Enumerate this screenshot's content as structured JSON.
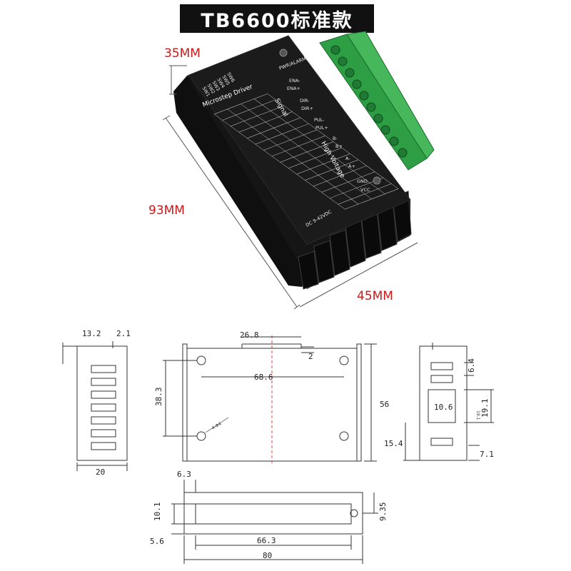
{
  "banner": {
    "title": "TB6600标准款"
  },
  "photo": {
    "height_label": "35MM",
    "length_label": "93MM",
    "width_label": "45MM",
    "panel": {
      "heading": "Microstep Driver",
      "signal_label": "Signal",
      "high_voltage_label": "High Voltage",
      "dc_label": "DC 9-42VDC",
      "pwr_alarm": "PWR/ALARM",
      "switches": [
        "SW1",
        "SW2",
        "SW3",
        "SW4",
        "SW5",
        "SW6"
      ],
      "signal_pins": [
        "ENA-",
        "ENA+",
        "DIR-",
        "DIR+",
        "PUL-",
        "PUL+"
      ],
      "power_pins": [
        "B-",
        "B+",
        "A-",
        "A+",
        "GND",
        "VCC"
      ]
    }
  },
  "drawing": {
    "side_left": {
      "dim_top_a": "13.2",
      "dim_top_b": "2.1",
      "dim_bottom": "20"
    },
    "top_view": {
      "dim_tab": "26.8",
      "dim_tab_h": "2",
      "dim_hole_span": "68.6",
      "dim_hole_v": "38.3",
      "dim_height": "56",
      "hole_note": "4-Φ4"
    },
    "side_right": {
      "dim_a": "6.4",
      "dim_b": "10.6",
      "dim_c": "19.1",
      "dim_d": "15.4",
      "dim_e": "7.1",
      "dim_small": "19.1"
    },
    "bottom_view": {
      "dim_a": "6.3",
      "dim_b": "10.1",
      "dim_c": "5.6",
      "dim_d": "66.3",
      "dim_e": "80",
      "dim_f": "9.35"
    }
  }
}
